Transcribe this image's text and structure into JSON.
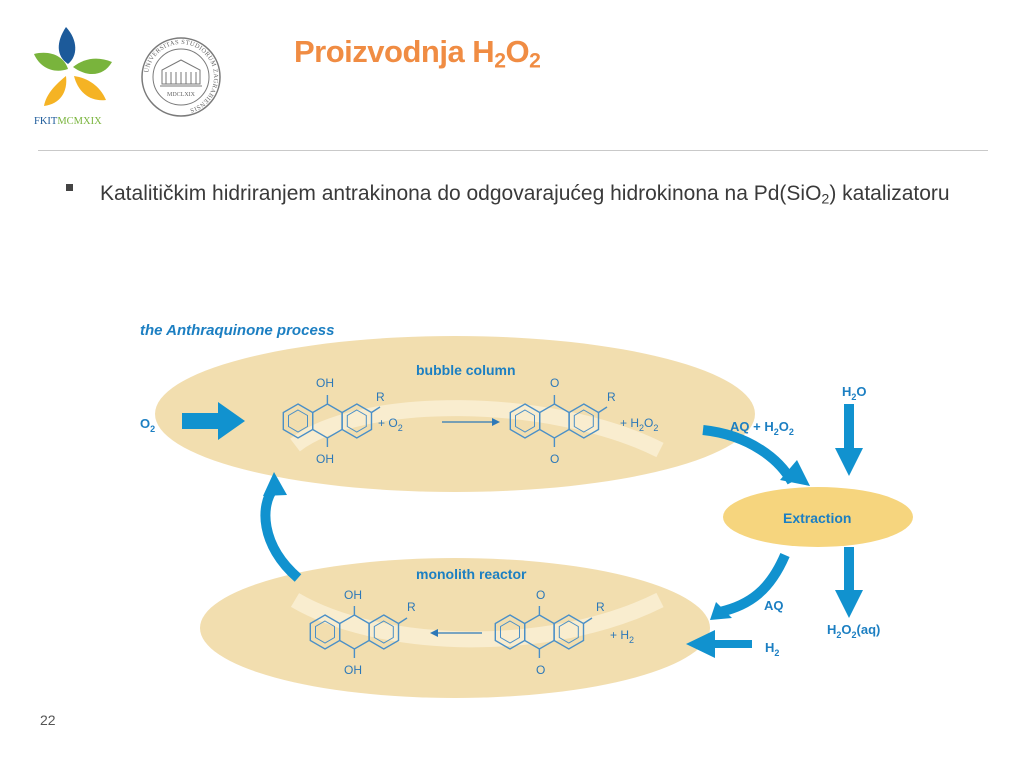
{
  "logo": {
    "wordmark_a": "FKIT",
    "wordmark_b": "MCMXIX"
  },
  "seal": {
    "ring_text": "UNIVERSITAS STUDIORUM ZAGRABIENSIS",
    "year": "MDCLXIX"
  },
  "title": {
    "main": "Proizvodnja H",
    "sub1": "2",
    "mid": "O",
    "sub2": "2"
  },
  "bullet": {
    "text_a": "Katalitičkim hidriranjem antrakinona do odgovarajućeg hidrokinona na Pd(SiO",
    "sub": "2",
    "text_b": ") katalizatoru"
  },
  "diagram": {
    "title": "the Anthraquinone process",
    "bubble_column": "bubble column",
    "monolith_reactor": "monolith reactor",
    "extraction": "Extraction",
    "o2_in": {
      "base": "O",
      "sub": "2"
    },
    "plus_o2": {
      "base": "+ O",
      "sub": "2"
    },
    "plus_h2o2": {
      "base": "+ H",
      "sub1": "2",
      "mid": "O",
      "sub2": "2"
    },
    "aq_h2o2": {
      "base": "AQ + H",
      "sub1": "2",
      "mid": "O",
      "sub2": "2"
    },
    "h2o_in": {
      "base": "H",
      "sub": "2",
      "end": "O"
    },
    "h2o2_aq": {
      "base": "H",
      "sub1": "2",
      "mid": "O",
      "sub2": "2",
      "end": "(aq)"
    },
    "aq": "AQ",
    "plus_h2": {
      "base": "+ H",
      "sub": "2"
    },
    "h2_in": {
      "base": "H",
      "sub": "2"
    },
    "oh": "OH",
    "o": "O",
    "r": "R"
  },
  "page_number": "22",
  "colors": {
    "accent": "#f08c43",
    "flow_blue": "#1192cf",
    "ellipse": "#f1daa6",
    "text_blue": "#1c7fc2",
    "chem": "#4a8fc7"
  }
}
